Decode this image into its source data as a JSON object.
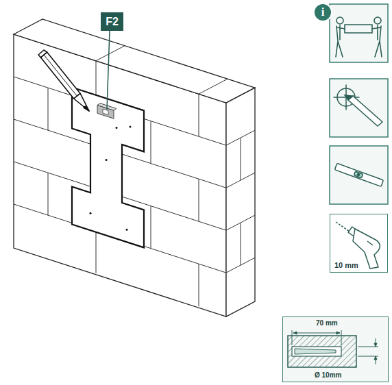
{
  "diagram": {
    "nodes": [
      {
        "text": [
          "F2"
        ]
      },
      {
        "text": [
          "i"
        ]
      },
      {
        "text": [
          "10 mm"
        ]
      },
      {
        "text": [
          "70 mm",
          "Ø 10mm"
        ]
      }
    ]
  }
}
